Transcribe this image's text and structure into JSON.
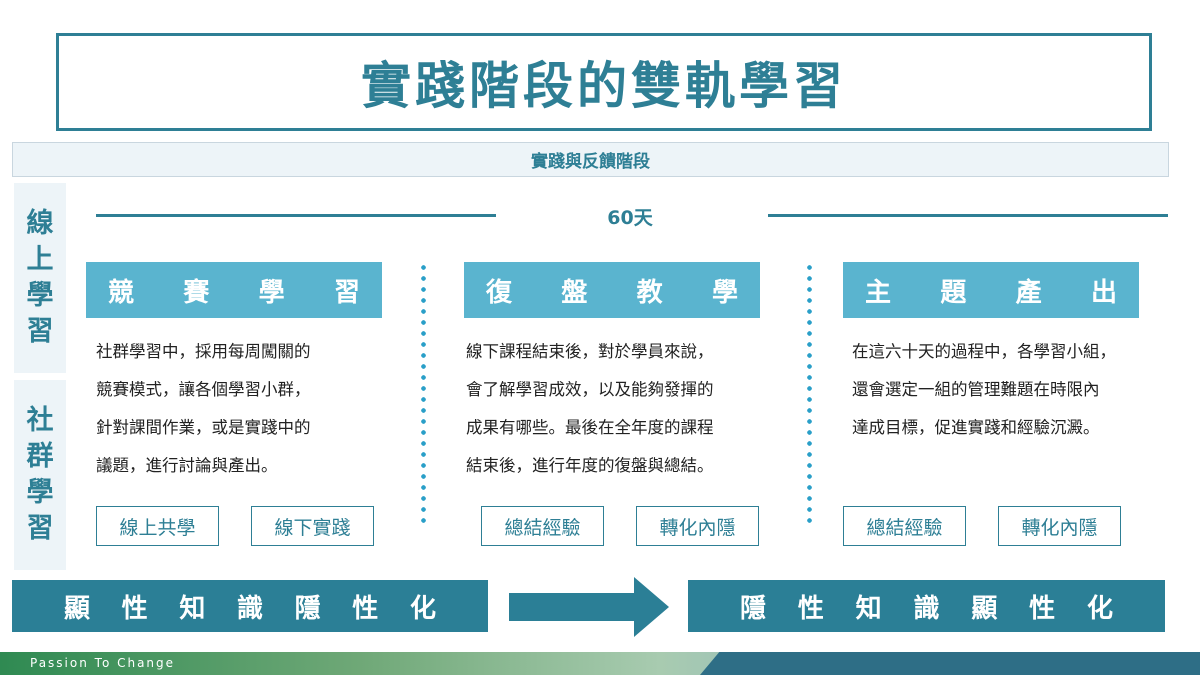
{
  "title": "實踐階段的雙軌學習",
  "phase": "實踐與反饋階段",
  "side_labels": {
    "top": [
      "線",
      "上",
      "學",
      "習"
    ],
    "bottom": [
      "社",
      "群",
      "學",
      "習"
    ]
  },
  "duration": "60天",
  "columns": [
    {
      "heading": [
        "競",
        "賽",
        "學",
        "習"
      ],
      "lines": [
        "社群學習中，採用每周闖關的",
        "競賽模式，讓各個學習小群，",
        "針對課間作業，或是實踐中的",
        "議題，進行討論與產出。"
      ],
      "tags": [
        "線上共學",
        "線下實踐"
      ]
    },
    {
      "heading": [
        "復",
        "盤",
        "教",
        "學"
      ],
      "lines": [
        "線下課程結束後，對於學員來說，",
        "會了解學習成效，以及能夠發揮的",
        "成果有哪些。最後在全年度的課程",
        "結束後，進行年度的復盤與總結。"
      ],
      "tags": [
        "總結經驗",
        "轉化內隱"
      ]
    },
    {
      "heading": [
        "主",
        "題",
        "產",
        "出"
      ],
      "lines": [
        "在這六十天的過程中，各學習小組，",
        "還會選定一組的管理難題在時限內",
        "達成目標，促進實踐和經驗沉澱。"
      ],
      "tags": [
        "總結經驗",
        "轉化內隱"
      ]
    }
  ],
  "bottom_left": [
    "顯",
    "性",
    "知",
    "識",
    "隱",
    "性",
    "化"
  ],
  "bottom_right": [
    "隱",
    "性",
    "知",
    "識",
    "顯",
    "性",
    "化"
  ],
  "footer": "Passion To Change",
  "colors": {
    "primary": "#2e7f95",
    "header_fill": "#5ab4cf",
    "band_fill": "#2b7f96",
    "dots": "#2a9fc8"
  }
}
